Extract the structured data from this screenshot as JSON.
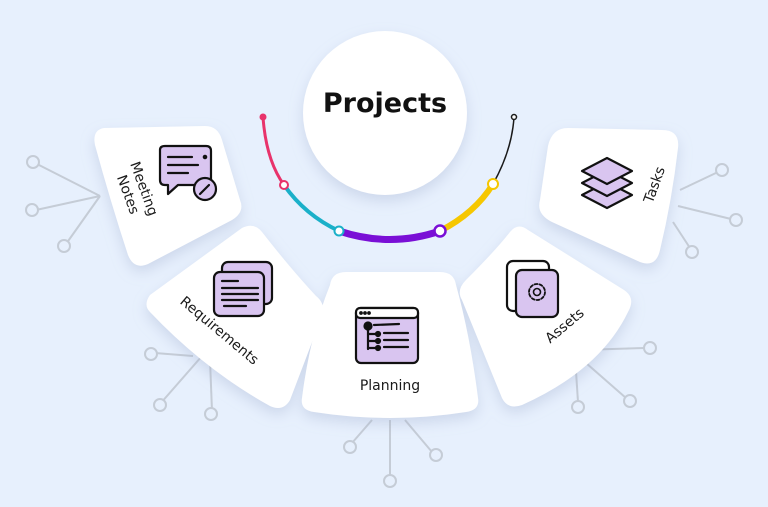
{
  "diagram": {
    "title": "Projects",
    "colors": {
      "background": "#e7f0fd",
      "card": "#ffffff",
      "icon_fill": "#d9c5f0",
      "connector": "#c5ccd6",
      "arc_segments": [
        "#e8336b",
        "#1bb0c9",
        "#7a0fd6",
        "#f6c700",
        "#1a1a1a"
      ]
    },
    "categories": [
      {
        "id": "meeting-notes",
        "label_line1": "Meeting",
        "label_line2": "Notes",
        "icon": "chat-bubble-pencil-icon"
      },
      {
        "id": "requirements",
        "label": "Requirements",
        "icon": "stacked-documents-icon"
      },
      {
        "id": "planning",
        "label": "Planning",
        "icon": "browser-list-icon"
      },
      {
        "id": "assets",
        "label": "Assets",
        "icon": "gear-documents-icon"
      },
      {
        "id": "tasks",
        "label": "Tasks",
        "icon": "layers-icon"
      }
    ]
  }
}
